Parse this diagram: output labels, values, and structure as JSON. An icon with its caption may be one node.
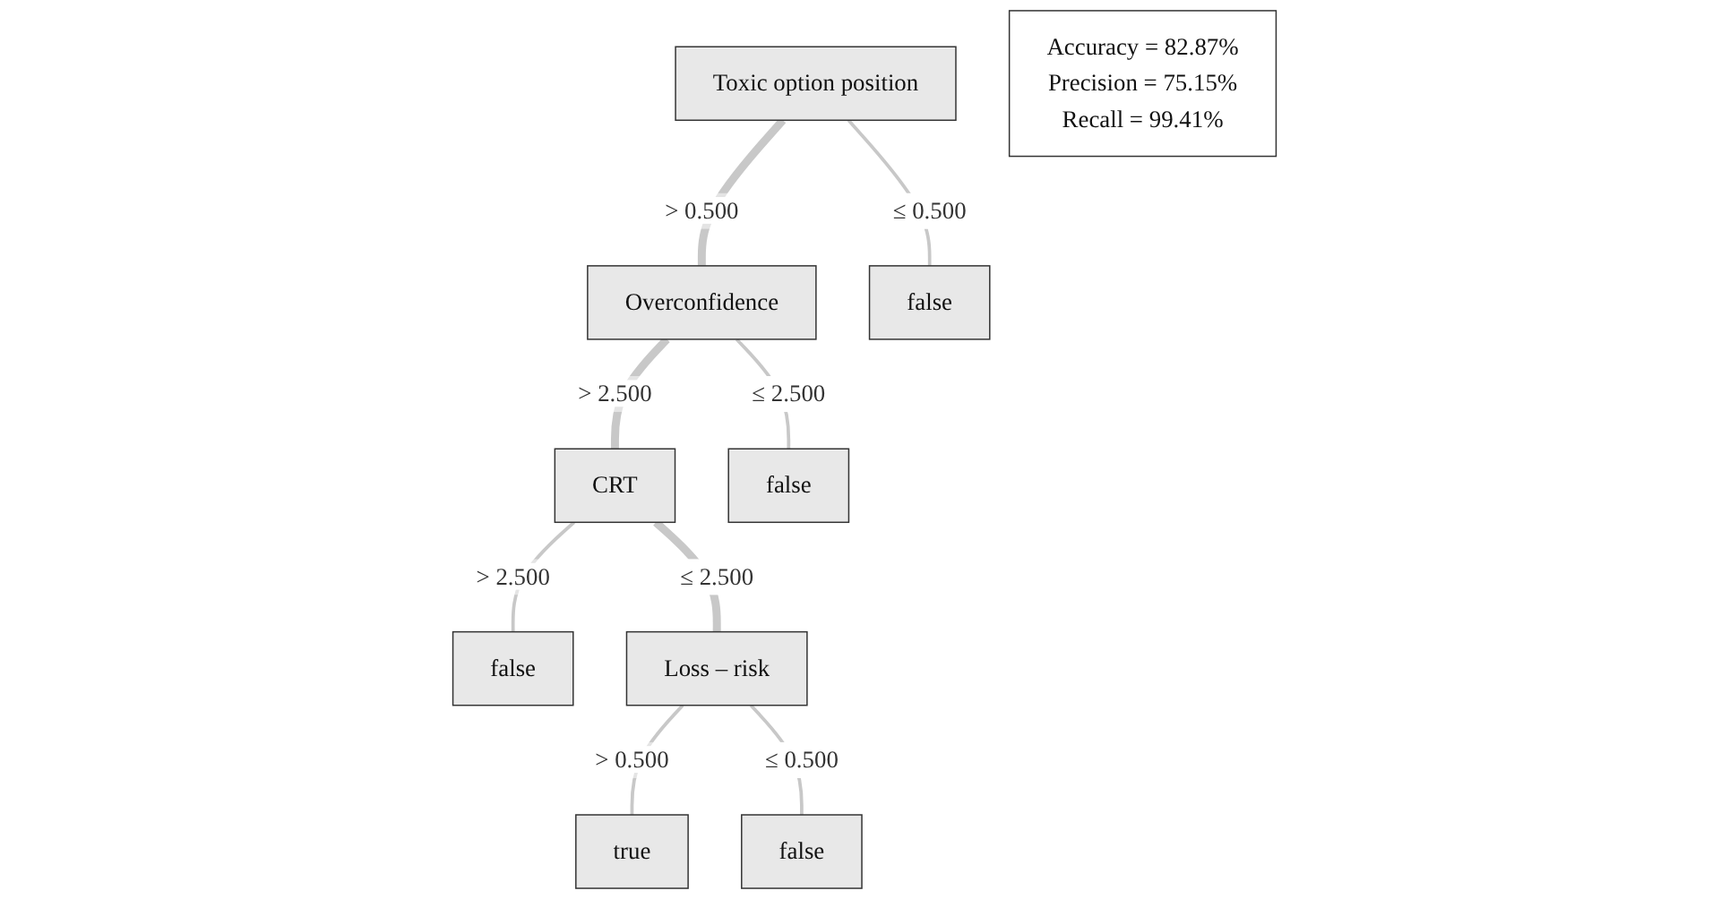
{
  "diagram": {
    "nodes": [
      {
        "text": [
          "Toxic option position"
        ]
      },
      {
        "text": [
          "Overconfidence"
        ]
      },
      {
        "text": [
          "false"
        ]
      },
      {
        "text": [
          "CRT"
        ]
      },
      {
        "text": [
          "false"
        ]
      },
      {
        "text": [
          "false"
        ]
      },
      {
        "text": [
          "Loss – risk"
        ]
      },
      {
        "text": [
          "true"
        ]
      },
      {
        "text": [
          "false"
        ]
      },
      {
        "text": [
          "Accuracy = 82.87%",
          "Precision = 75.15%",
          "Recall = 99.41%"
        ]
      }
    ],
    "edges": [
      {
        "from": 0,
        "to": 1,
        "arrow": "none",
        "label": "> 0.500",
        "style": "thick"
      },
      {
        "from": 0,
        "to": 2,
        "arrow": "none",
        "label": "≤ 0.500"
      },
      {
        "from": 1,
        "to": 3,
        "arrow": "none",
        "label": "> 2.500",
        "style": "thick"
      },
      {
        "from": 1,
        "to": 4,
        "arrow": "none",
        "label": "≤ 2.500"
      },
      {
        "from": 3,
        "to": 5,
        "arrow": "none",
        "label": "> 2.500"
      },
      {
        "from": 3,
        "to": 6,
        "arrow": "none",
        "label": "≤ 2.500",
        "style": "thick"
      },
      {
        "from": 6,
        "to": 7,
        "arrow": "none",
        "label": "> 0.500"
      },
      {
        "from": 6,
        "to": 8,
        "arrow": "none",
        "label": "≤ 0.500"
      }
    ]
  }
}
